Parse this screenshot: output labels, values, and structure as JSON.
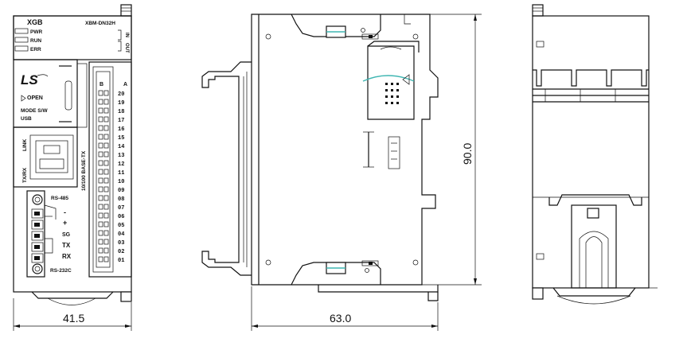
{
  "front_view": {
    "model_series": "XGB",
    "model_name": "XBM-DN32H",
    "led_labels": [
      "PWR",
      "RUN",
      "ERR"
    ],
    "io_labels": [
      "IN",
      "OUT"
    ],
    "logo": "LS",
    "open_label": "OPEN",
    "mode_switch_label": "MODE S/W",
    "usb_label": "USB",
    "link_label": "LINK",
    "txrx_label": "TX/RX",
    "ethernet_label": "10/100 BASE-TX",
    "connector_a_label": "A",
    "connector_b_label": "B",
    "rs485_label": "RS-485",
    "rs232c_label": "RS-232C",
    "terminal_labels": [
      "-",
      "+",
      "SG",
      "TX",
      "RX"
    ],
    "pin_numbers": [
      "20",
      "19",
      "18",
      "17",
      "16",
      "15",
      "14",
      "13",
      "12",
      "11",
      "10",
      "09",
      "08",
      "07",
      "06",
      "05",
      "04",
      "03",
      "02",
      "01"
    ]
  },
  "dimensions": {
    "front_width": "41.5",
    "side_width": "63.0",
    "height": "90.0"
  },
  "colors": {
    "line": "#111111",
    "accent": "#3fb6b2",
    "background": "#ffffff"
  }
}
